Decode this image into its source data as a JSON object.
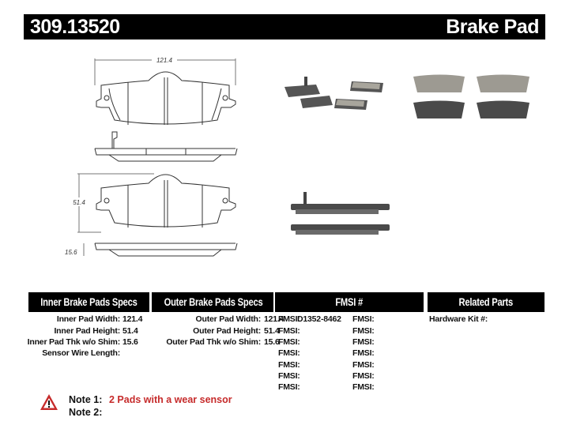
{
  "header": {
    "part_number": "309.13520",
    "product_type": "Brake Pad"
  },
  "drawing": {
    "width_dim": "121.4",
    "height_dim": "51.4",
    "thickness_dim": "15.6"
  },
  "inner": {
    "title": "Inner Brake Pads Specs",
    "rows": [
      {
        "label": "Inner Pad Width:",
        "value": "121.4"
      },
      {
        "label": "Inner Pad Height:",
        "value": "51.4"
      },
      {
        "label": "Inner Pad Thk w/o Shim:",
        "value": "15.6"
      },
      {
        "label": "Sensor Wire Length:",
        "value": ""
      }
    ]
  },
  "outer": {
    "title": "Outer Brake Pads Specs",
    "rows": [
      {
        "label": "Outer Pad Width:",
        "value": "121.4"
      },
      {
        "label": "Outer Pad Height:",
        "value": "51.4"
      },
      {
        "label": "Outer Pad Thk w/o Shim:",
        "value": "15.6"
      }
    ]
  },
  "fmsi": {
    "title": "FMSI #",
    "label": "FMSI:",
    "left": [
      "D1352-8462",
      "",
      "",
      "",
      "",
      "",
      ""
    ],
    "right": [
      "",
      "",
      "",
      "",
      "",
      "",
      ""
    ]
  },
  "related": {
    "title": "Related Parts",
    "rows": [
      {
        "label": "Hardware Kit #:",
        "value": ""
      }
    ]
  },
  "notes": {
    "note1_label": "Note 1:",
    "note1_text": "2 Pads with a wear sensor",
    "note2_label": "Note 2:",
    "note2_text": "",
    "warning_icon": "warning-triangle-icon",
    "note_color": "#c62b2b"
  }
}
